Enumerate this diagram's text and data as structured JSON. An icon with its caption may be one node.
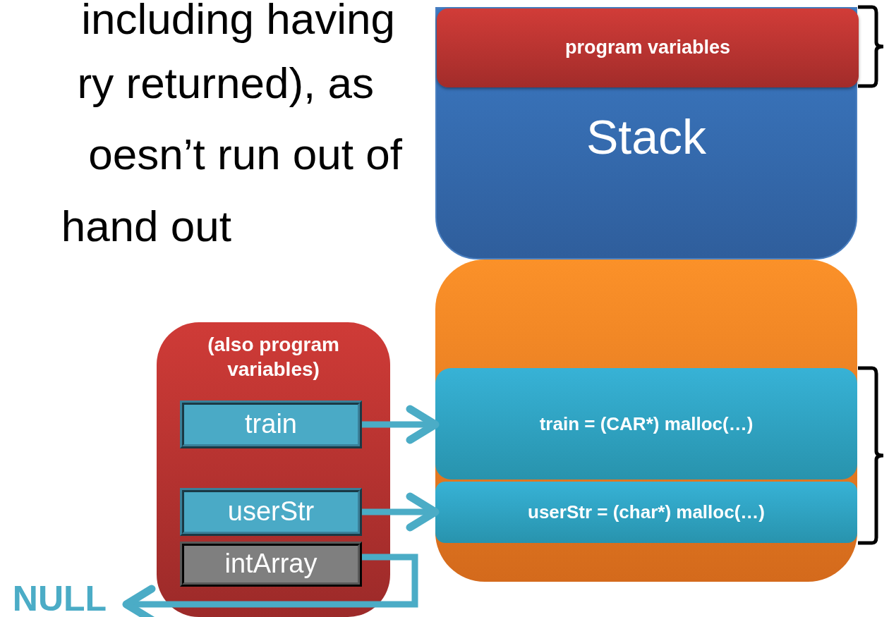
{
  "diagram": {
    "nodes": [
      {
        "text": [
          "Stack"
        ]
      },
      {
        "text": [
          "program variables"
        ],
        "in": 0
      },
      {
        "text": [],
        "shape": "box"
      },
      {
        "text": [
          "train = (CAR*) malloc(…)"
        ],
        "in": 2
      },
      {
        "text": [
          "userStr = (char*) malloc(…)"
        ],
        "in": 2
      },
      {
        "text": [
          "(also program variables)"
        ]
      },
      {
        "text": [
          "train"
        ],
        "in": 5
      },
      {
        "text": [
          "userStr"
        ],
        "in": 5
      },
      {
        "text": [
          "intArray"
        ],
        "in": 5
      },
      {
        "text": [
          "NULL"
        ]
      }
    ],
    "edges": [
      {
        "from": 6,
        "to": 3,
        "arrow": "to"
      },
      {
        "from": 7,
        "to": 4,
        "arrow": "to"
      },
      {
        "from": 8,
        "to": 9,
        "arrow": "to"
      }
    ],
    "labels": [
      "including having",
      "ry returned), as",
      "oesn’t run out of",
      "hand out"
    ]
  }
}
